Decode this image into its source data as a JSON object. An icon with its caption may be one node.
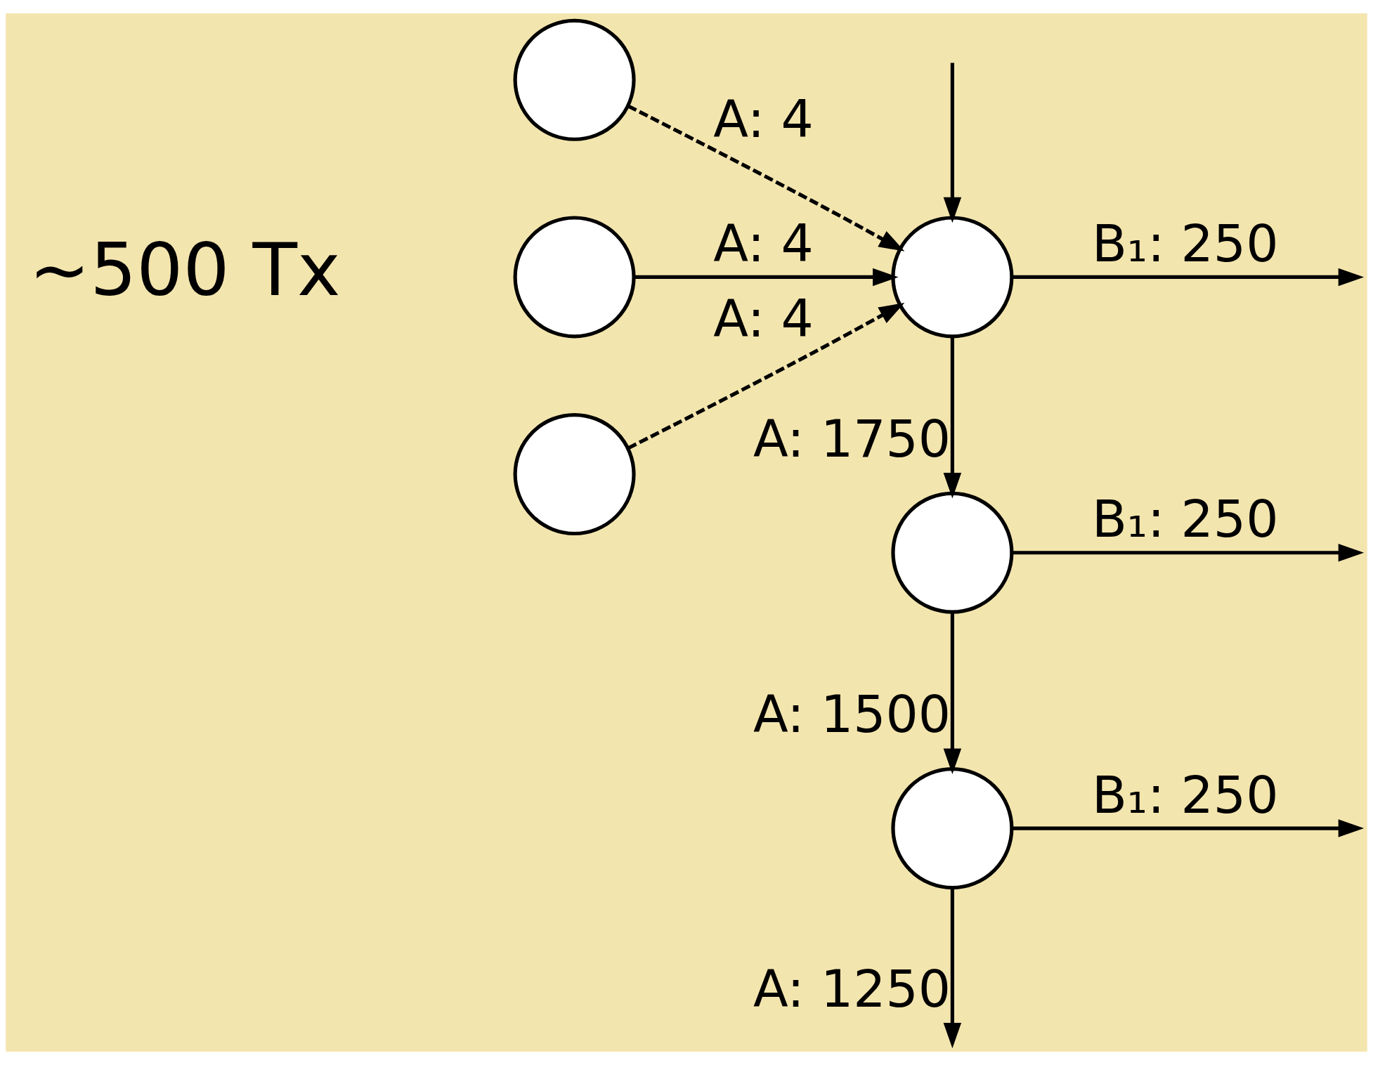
{
  "diagram": {
    "nodes": [
      {
        "text": [],
        "shape": "circle"
      },
      {
        "text": [],
        "shape": "circle"
      },
      {
        "text": [],
        "shape": "circle"
      },
      {
        "text": [],
        "shape": "circle"
      },
      {
        "text": [],
        "shape": "circle"
      },
      {
        "text": [],
        "shape": "circle"
      }
    ],
    "edges": [
      {
        "from": 0,
        "to": 3,
        "arrow": "to",
        "label": "A: 4",
        "style": "dashed"
      },
      {
        "from": 1,
        "to": 3,
        "arrow": "to",
        "label": "A: 4"
      },
      {
        "from": 2,
        "to": 3,
        "arrow": "to",
        "label": "A: 4",
        "style": "dashed"
      },
      {
        "from": 3,
        "to": null,
        "arrow": "to",
        "label": "B₁: 250"
      },
      {
        "from": 3,
        "to": 4,
        "arrow": "to",
        "label": "A: 1750"
      },
      {
        "from": 4,
        "to": null,
        "arrow": "to",
        "label": "B₁: 250"
      },
      {
        "from": 4,
        "to": 5,
        "arrow": "to",
        "label": "A: 1500"
      },
      {
        "from": 5,
        "to": null,
        "arrow": "to",
        "label": "B₁: 250"
      },
      {
        "from": 5,
        "to": null,
        "arrow": "to",
        "label": "A: 1250"
      },
      {
        "from": null,
        "to": 3,
        "arrow": "to"
      }
    ],
    "labels": [
      "~500 Tx"
    ]
  }
}
